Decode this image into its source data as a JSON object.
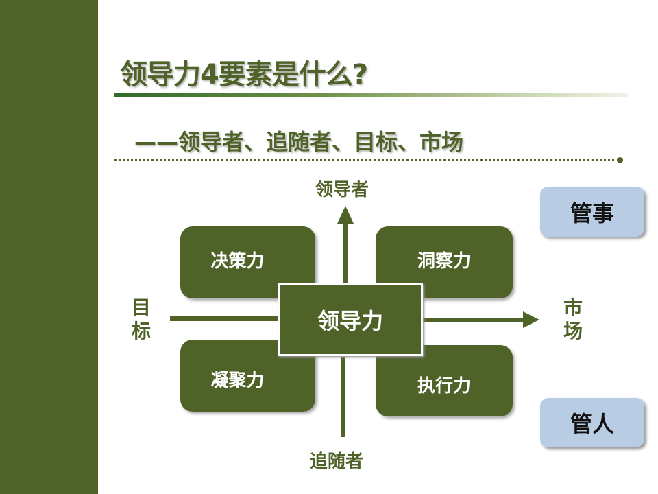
{
  "title": "领导力4要素是什么?",
  "subtitle": "——领导者、追随者、目标、市场",
  "axes": {
    "top": "领导者",
    "bottom": "追随者",
    "left": "目标",
    "right": "市场"
  },
  "center": "领导力",
  "quadrants": {
    "top_left": "决策力",
    "top_right": "洞察力",
    "bottom_left": "凝聚力",
    "bottom_right": "执行力"
  },
  "tags": {
    "top": "管事",
    "bottom": "管人"
  },
  "colors": {
    "primary": "#4f6228",
    "tag": "#b8cce4"
  }
}
